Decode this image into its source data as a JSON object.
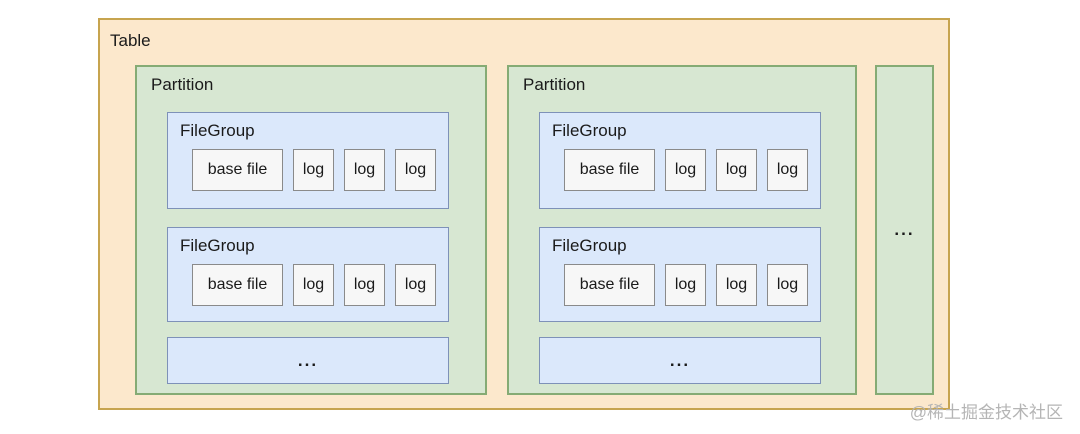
{
  "colors": {
    "orange-fill": "#fce8cc",
    "orange-border": "#c7a44f",
    "green-fill": "#d7e7d2",
    "green-border": "#85ab74",
    "blue-fill": "#dbe8fb",
    "blue-border": "#7e91b8",
    "file-fill": "#f7f7f7",
    "file-border": "#8a8a8a",
    "text": "#1a1a1a",
    "watermark": "#b5b5b5"
  },
  "diagram": {
    "table_label": "Table",
    "more_partitions_label": "...",
    "partitions": [
      {
        "label": "Partition",
        "ellipsis": "...",
        "filegroups": [
          {
            "label": "FileGroup",
            "files": [
              "base file",
              "log",
              "log",
              "log"
            ]
          },
          {
            "label": "FileGroup",
            "files": [
              "base file",
              "log",
              "log",
              "log"
            ]
          }
        ]
      },
      {
        "label": "Partition",
        "ellipsis": "...",
        "filegroups": [
          {
            "label": "FileGroup",
            "files": [
              "base file",
              "log",
              "log",
              "log"
            ]
          },
          {
            "label": "FileGroup",
            "files": [
              "base file",
              "log",
              "log",
              "log"
            ]
          }
        ]
      }
    ]
  },
  "watermark": "@稀土掘金技术社区"
}
